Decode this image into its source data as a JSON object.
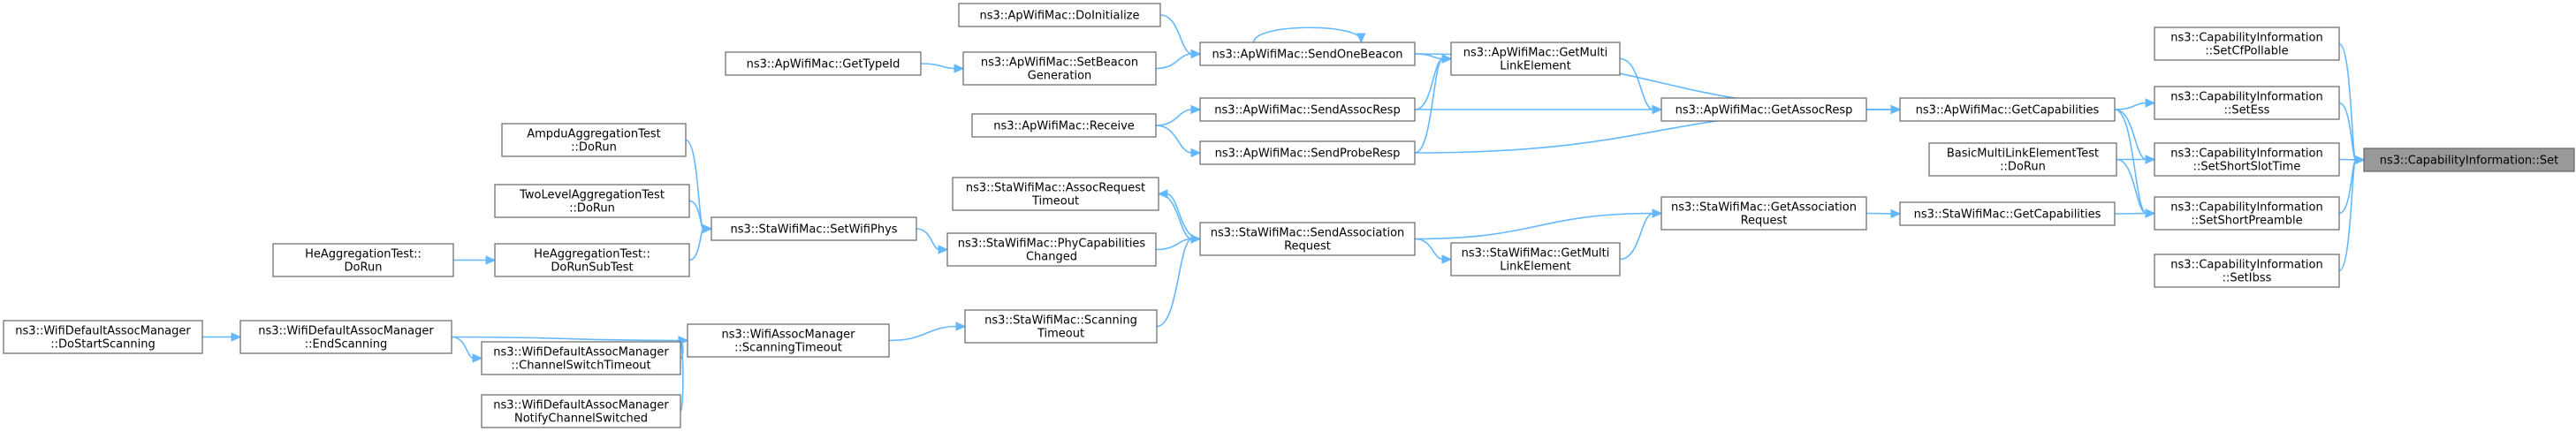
{
  "graph": {
    "colors": {
      "edge": "#63b8ff",
      "root_fill": "#999999",
      "node_border": "#666666",
      "node_fill": "#ffffff"
    },
    "nodes": {
      "set": {
        "lines": [
          "ns3::CapabilityInformation::Set"
        ],
        "root": true
      },
      "setcf": {
        "lines": [
          "ns3::CapabilityInformation",
          "::SetCfPollable"
        ]
      },
      "setess": {
        "lines": [
          "ns3::CapabilityInformation",
          "::SetEss"
        ]
      },
      "setshortslot": {
        "lines": [
          "ns3::CapabilityInformation",
          "::SetShortSlotTime"
        ]
      },
      "setshortpre": {
        "lines": [
          "ns3::CapabilityInformation",
          "::SetShortPreamble"
        ]
      },
      "setibss": {
        "lines": [
          "ns3::CapabilityInformation",
          "::SetIbss"
        ]
      },
      "apgetcap": {
        "lines": [
          "ns3::ApWifiMac::GetCapabilities"
        ]
      },
      "bmletest": {
        "lines": [
          "BasicMultiLinkElementTest",
          "::DoRun"
        ]
      },
      "stagetcap": {
        "lines": [
          "ns3::StaWifiMac::GetCapabilities"
        ]
      },
      "apsendbeacon": {
        "lines": [
          "ns3::ApWifiMac::SendOneBeacon"
        ]
      },
      "apgetmulti": {
        "lines": [
          "ns3::ApWifiMac::GetMulti",
          "LinkElement"
        ]
      },
      "apgetassocresp": {
        "lines": [
          "ns3::ApWifiMac::GetAssocResp"
        ]
      },
      "apsendassocresp": {
        "lines": [
          "ns3::ApWifiMac::SendAssocResp"
        ]
      },
      "apsendprobe": {
        "lines": [
          "ns3::ApWifiMac::SendProbeResp"
        ]
      },
      "apdoinit": {
        "lines": [
          "ns3::ApWifiMac::DoInitialize"
        ]
      },
      "apsetbeacon": {
        "lines": [
          "ns3::ApWifiMac::SetBeacon",
          "Generation"
        ]
      },
      "apgettypeid": {
        "lines": [
          "ns3::ApWifiMac::GetTypeId"
        ]
      },
      "apreceive": {
        "lines": [
          "ns3::ApWifiMac::Receive"
        ]
      },
      "stagetassoc": {
        "lines": [
          "ns3::StaWifiMac::GetAssociation",
          "Request"
        ]
      },
      "stasendassoc": {
        "lines": [
          "ns3::StaWifiMac::SendAssociation",
          "Request"
        ]
      },
      "stagetmulti": {
        "lines": [
          "ns3::StaWifiMac::GetMulti",
          "LinkElement"
        ]
      },
      "staassoctimeout": {
        "lines": [
          "ns3::StaWifiMac::AssocRequest",
          "Timeout"
        ]
      },
      "staphycap": {
        "lines": [
          "ns3::StaWifiMac::PhyCapabilities",
          "Changed"
        ]
      },
      "stascantimeout": {
        "lines": [
          "ns3::StaWifiMac::Scanning",
          "Timeout"
        ]
      },
      "stasetphys": {
        "lines": [
          "ns3::StaWifiMac::SetWifiPhys"
        ]
      },
      "ampdu": {
        "lines": [
          "AmpduAggregationTest",
          "::DoRun"
        ]
      },
      "twolevel": {
        "lines": [
          "TwoLevelAggregationTest",
          "::DoRun"
        ]
      },
      "heaggsub": {
        "lines": [
          "HeAggregationTest::",
          "DoRunSubTest"
        ]
      },
      "heaggrun": {
        "lines": [
          "HeAggregationTest::",
          "DoRun"
        ]
      },
      "wamscan": {
        "lines": [
          "ns3::WifiAssocManager",
          "::ScanningTimeout"
        ]
      },
      "wdamend": {
        "lines": [
          "ns3::WifiDefaultAssocManager",
          "::EndScanning"
        ]
      },
      "wdamstart": {
        "lines": [
          "ns3::WifiDefaultAssocManager",
          "::DoStartScanning"
        ]
      },
      "wdamchsw": {
        "lines": [
          "ns3::WifiDefaultAssocManager",
          "::ChannelSwitchTimeout"
        ]
      },
      "wdamnotify": {
        "lines": [
          "ns3::WifiDefaultAssocManager",
          "NotifyChannelSwitched"
        ]
      }
    }
  }
}
